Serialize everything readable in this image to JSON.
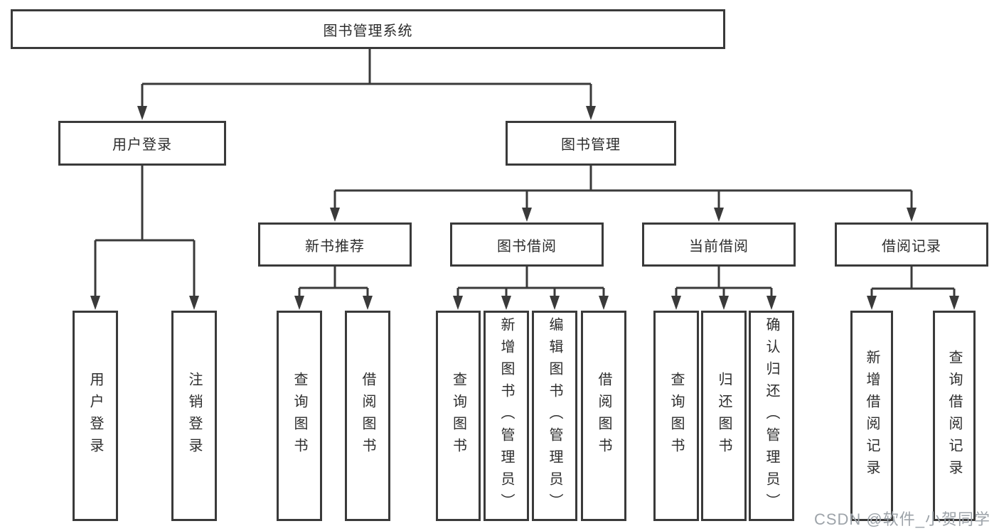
{
  "diagram_title": "图书管理系统",
  "tree": {
    "label": "图书管理系统",
    "children": [
      {
        "label": "用户登录",
        "children": [
          {
            "label": "用户登录"
          },
          {
            "label": "注销登录"
          }
        ]
      },
      {
        "label": "图书管理",
        "children": [
          {
            "label": "新书推荐",
            "children": [
              {
                "label": "查询图书"
              },
              {
                "label": "借阅图书"
              }
            ]
          },
          {
            "label": "图书借阅",
            "children": [
              {
                "label": "查询图书"
              },
              {
                "label": "新增图书（管理员）"
              },
              {
                "label": "编辑图书（管理员）"
              },
              {
                "label": "借阅图书"
              }
            ]
          },
          {
            "label": "当前借阅",
            "children": [
              {
                "label": "查询图书"
              },
              {
                "label": "归还图书"
              },
              {
                "label": "确认归还（管理员）"
              }
            ]
          },
          {
            "label": "借阅记录",
            "children": [
              {
                "label": "新增借阅记录"
              },
              {
                "label": "查询借阅记录"
              }
            ]
          }
        ]
      }
    ]
  },
  "watermark": {
    "text": "CSDN @软件_小贺同学"
  },
  "colors": {
    "line": "#3a3a3a",
    "text": "#2d2d2d",
    "background": "#ffffff",
    "watermark": "#9da3a9"
  }
}
